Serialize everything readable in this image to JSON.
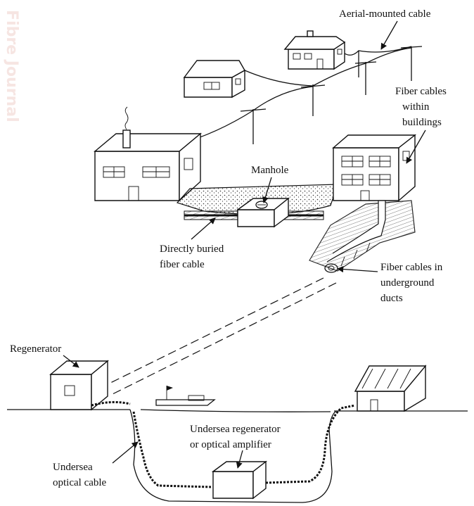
{
  "labels": {
    "aerial": "Aerial-mounted cable",
    "in_buildings_1": "Fiber cables",
    "in_buildings_2": "within",
    "in_buildings_3": "buildings",
    "manhole": "Manhole",
    "buried_1": "Directly buried",
    "buried_2": "fiber cable",
    "ducts_1": "Fiber cables in",
    "ducts_2": "underground",
    "ducts_3": "ducts",
    "regenerator": "Regenerator",
    "undersea_regen_1": "Undersea regenerator",
    "undersea_regen_2": "or optical amplifier",
    "undersea_cable_1": "Undersea",
    "undersea_cable_2": "optical cable"
  },
  "watermark": "Fibre Journal"
}
